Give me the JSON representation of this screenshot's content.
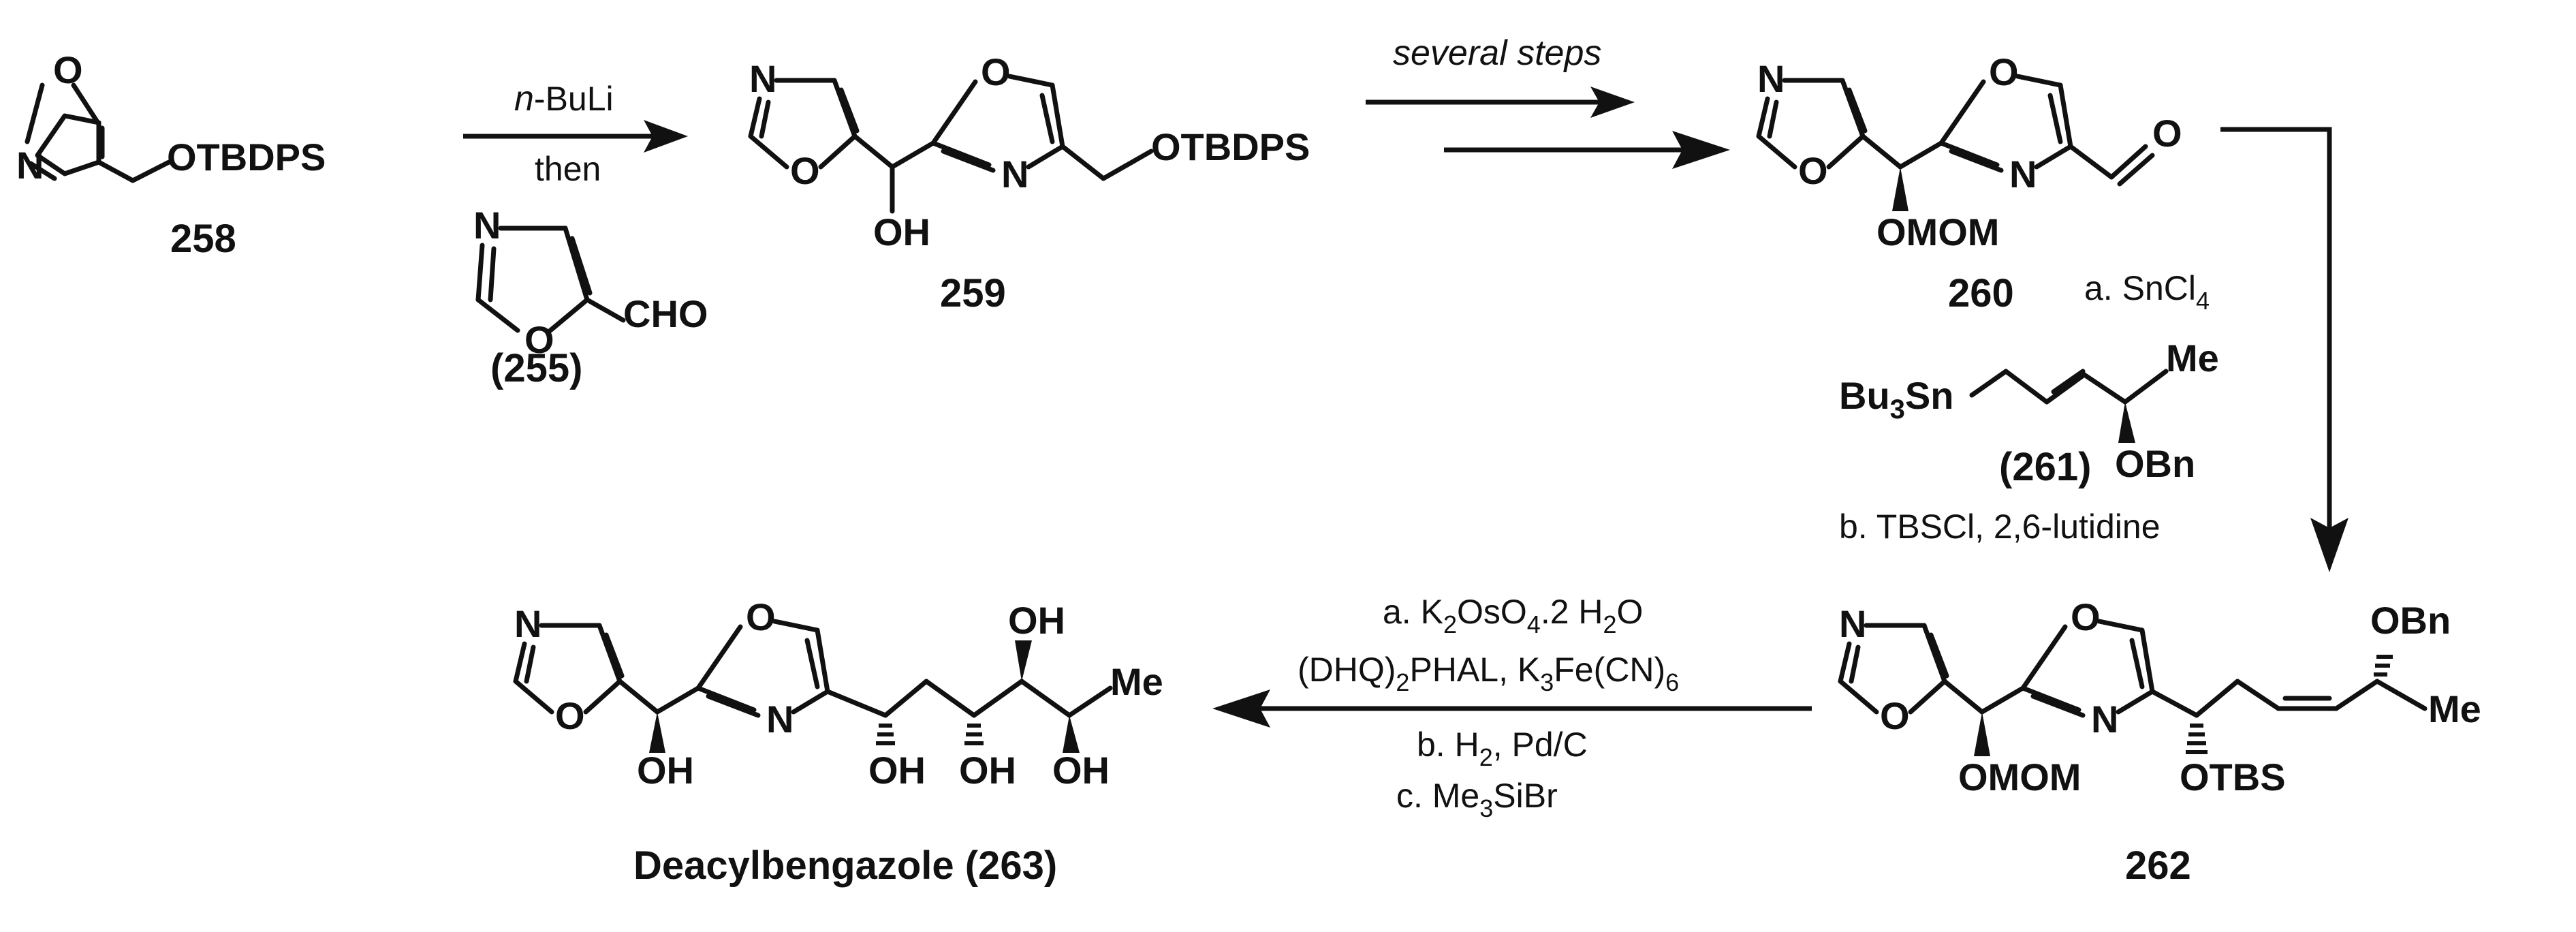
{
  "compounds": {
    "c258": {
      "label": "258",
      "group": "OTBDPS"
    },
    "c259": {
      "label": "259",
      "group": "OTBDPS",
      "oh": "OH"
    },
    "c255": {
      "label": "(255)",
      "group": "CHO"
    },
    "c260": {
      "label": "260",
      "aldehyde_o": "O",
      "mom": "OMOM"
    },
    "c261": {
      "label": "(261)",
      "obn": "OBn",
      "me": "Me",
      "tin": "Bu",
      "tin_sub": "3",
      "tin_sn": "Sn"
    },
    "c262": {
      "label": "262",
      "obn": "OBn",
      "me": "Me",
      "mom": "OMOM",
      "tbs": "OTBS"
    },
    "c263": {
      "label": "Deacylbengazole (263)",
      "oh": "OH",
      "me": "Me"
    }
  },
  "atoms": {
    "O": "O",
    "N": "N"
  },
  "conditions": {
    "step1_reagent_italic": "n",
    "step1_reagent_rest": "-BuLi",
    "step1_then": "then",
    "step2": "several steps",
    "step3_a": "a. SnCl",
    "step3_a_sub": "4",
    "step3_b": "b. TBSCl, 2,6-lutidine",
    "step4_a1": "a. K",
    "step4_a2": "OsO",
    "step4_a3": ".2 H",
    "step4_a4": "O",
    "step4_sub2": "2",
    "step4_sub4": "4",
    "step4_b1": "(DHQ)",
    "step4_b2": "PHAL, K",
    "step4_b3": "Fe(CN)",
    "step4_sub3": "3",
    "step4_sub6": "6",
    "step4_c1": "b. H",
    "step4_c2": ", Pd/C",
    "step4_d": "c. Me",
    "step4_d2": "SiBr"
  },
  "colors": {
    "ink": "#111111",
    "background": "#ffffff"
  }
}
